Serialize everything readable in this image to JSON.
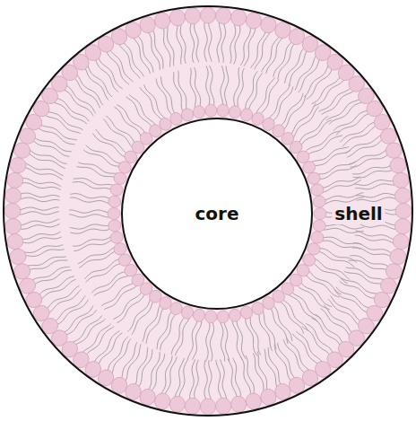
{
  "diagram": {
    "nodes": [
      {
        "text": [
          "shell"
        ]
      },
      {
        "text": [
          "core"
        ],
        "in": 0
      }
    ]
  }
}
